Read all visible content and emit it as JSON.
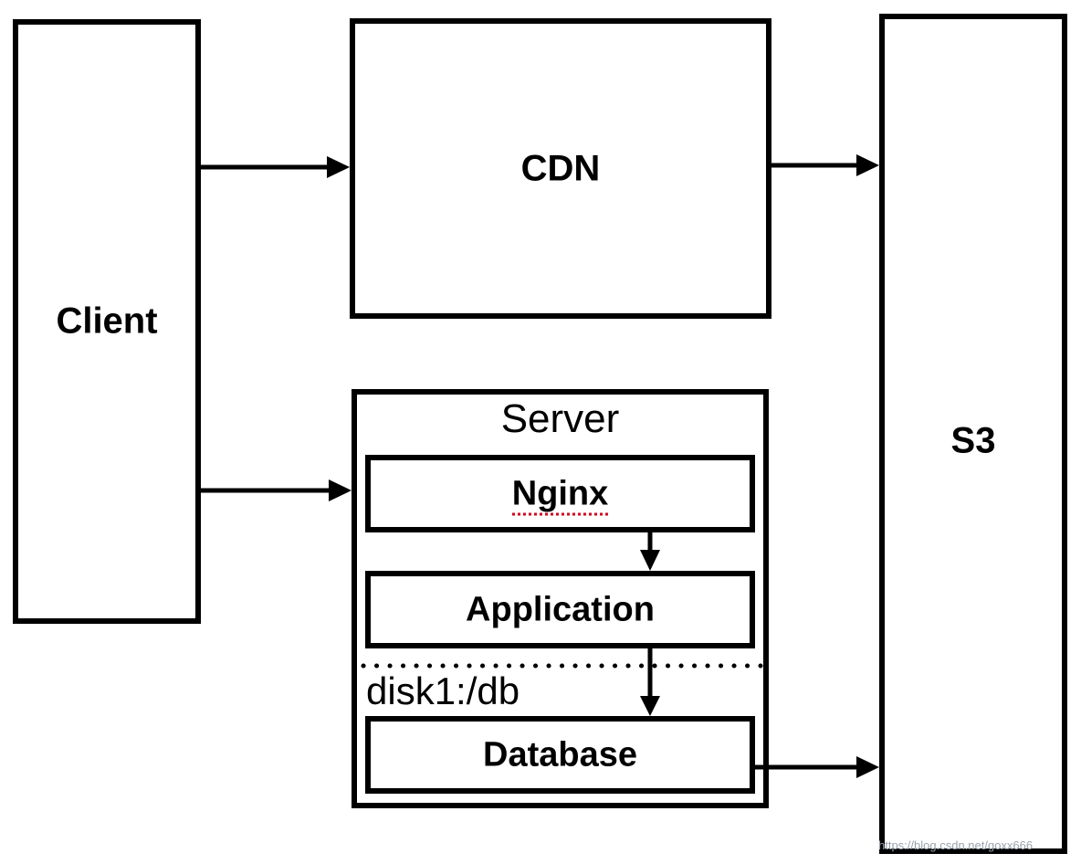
{
  "nodes": {
    "client": "Client",
    "cdn": "CDN",
    "s3": "S3",
    "server": "Server",
    "nginx": "Nginx",
    "application": "Application",
    "database": "Database"
  },
  "annotations": {
    "disk": "disk1:/db",
    "watermark": "https://blog.csdn.net/goxx666"
  },
  "edges": [
    {
      "from": "Client",
      "to": "CDN"
    },
    {
      "from": "CDN",
      "to": "S3"
    },
    {
      "from": "Client",
      "to": "Server"
    },
    {
      "from": "Nginx",
      "to": "Application"
    },
    {
      "from": "Application",
      "to": "Database"
    },
    {
      "from": "Database",
      "to": "S3"
    }
  ],
  "colors": {
    "stroke": "#000000",
    "spellcheck_underline": "#d0021b",
    "watermark": "#9aa3ad"
  }
}
